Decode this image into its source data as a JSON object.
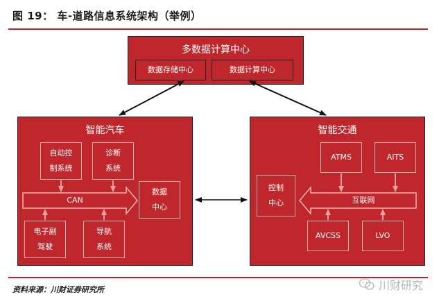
{
  "header": {
    "figure_title": "图 19：  车-道路信息系统架构（举例）"
  },
  "compute_center": {
    "title": "多数据计算中心",
    "storage": "数据存储中心",
    "calc": "数据计算中心"
  },
  "smart_car": {
    "title": "智能汽车",
    "auto_control": [
      "自动控",
      "制系统"
    ],
    "diagnosis": [
      "诊断",
      "系统"
    ],
    "can": "CAN",
    "data_center": [
      "数据",
      "中心"
    ],
    "eps": [
      "电子副",
      "驾驶"
    ],
    "nav": [
      "导航",
      "系统"
    ]
  },
  "smart_traffic": {
    "title": "智能交通",
    "atms": "ATMS",
    "aits": "AITS",
    "control_center": [
      "控制",
      "中心"
    ],
    "internet": "互联网",
    "avcss": "AVCSS",
    "lvo": "LVO"
  },
  "footer": {
    "source": "资料来源：川财证券研究所",
    "brand": "川财研究"
  },
  "colors": {
    "primary_red": "#c0272d",
    "arrow_pink": "#f0a0a0",
    "rule_red": "#b32025"
  }
}
